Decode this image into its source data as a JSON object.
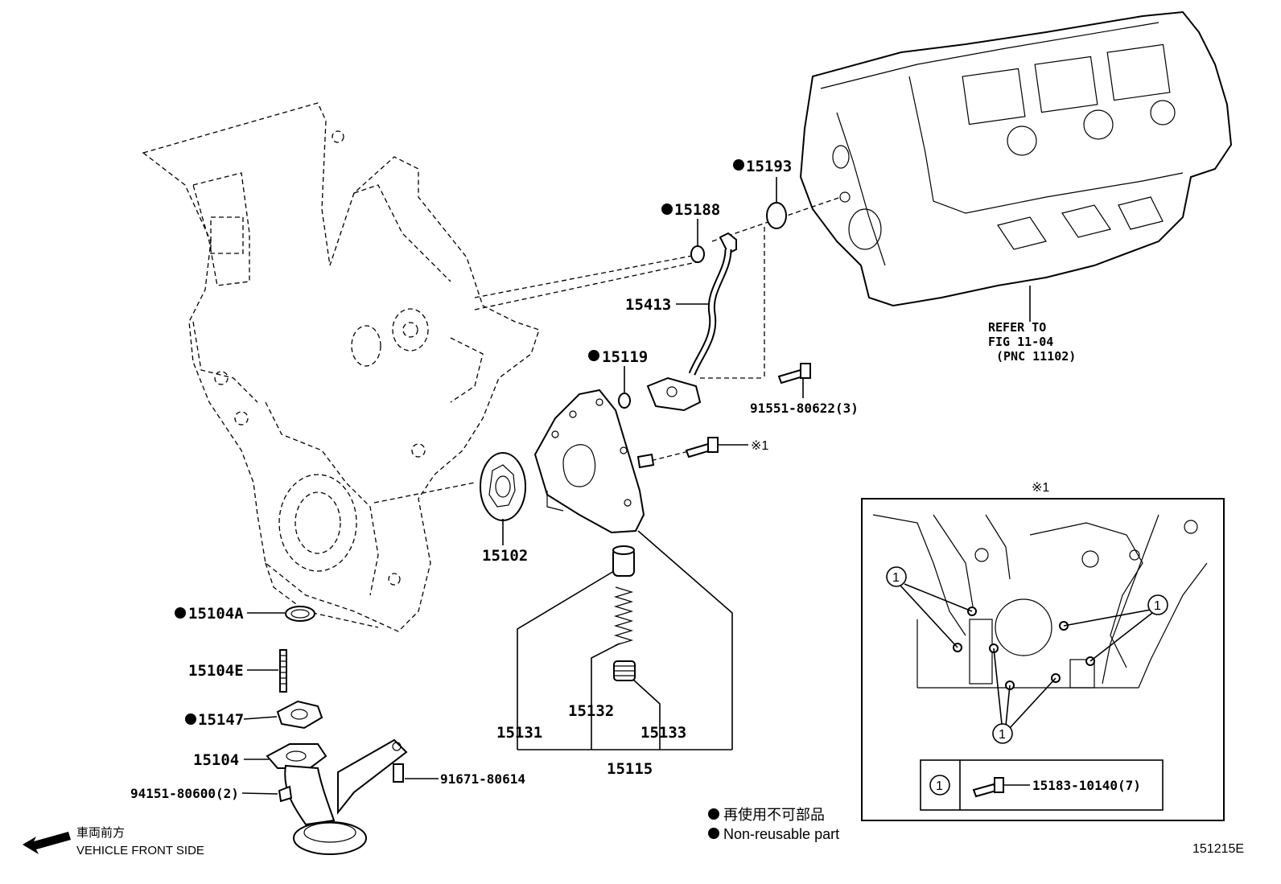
{
  "labels": {
    "p15193": "15193",
    "p15188": "15188",
    "p15413": "15413",
    "p15119": "15119",
    "p91551": "91551-80622(3)",
    "p_note1": "※1",
    "p15102": "15102",
    "p15104A": "15104A",
    "p15104E": "15104E",
    "p15147": "15147",
    "p15104": "15104",
    "p94151": "94151-80600(2)",
    "p91671": "91671-80614",
    "p15131": "15131",
    "p15132": "15132",
    "p15133": "15133",
    "p15115": "15115"
  },
  "refer": {
    "line1": "REFER TO",
    "line2": "FIG 11-04",
    "line3": "(PNC 11102)"
  },
  "inset": {
    "title": "※1",
    "callout": "1",
    "bolt_part": "15183-10140(7)"
  },
  "legend": {
    "jp": "再使用不可部品",
    "en": "Non-reusable part"
  },
  "front": {
    "jp": "車両前方",
    "en": "VEHICLE FRONT SIDE"
  },
  "figure_number": "151215E"
}
